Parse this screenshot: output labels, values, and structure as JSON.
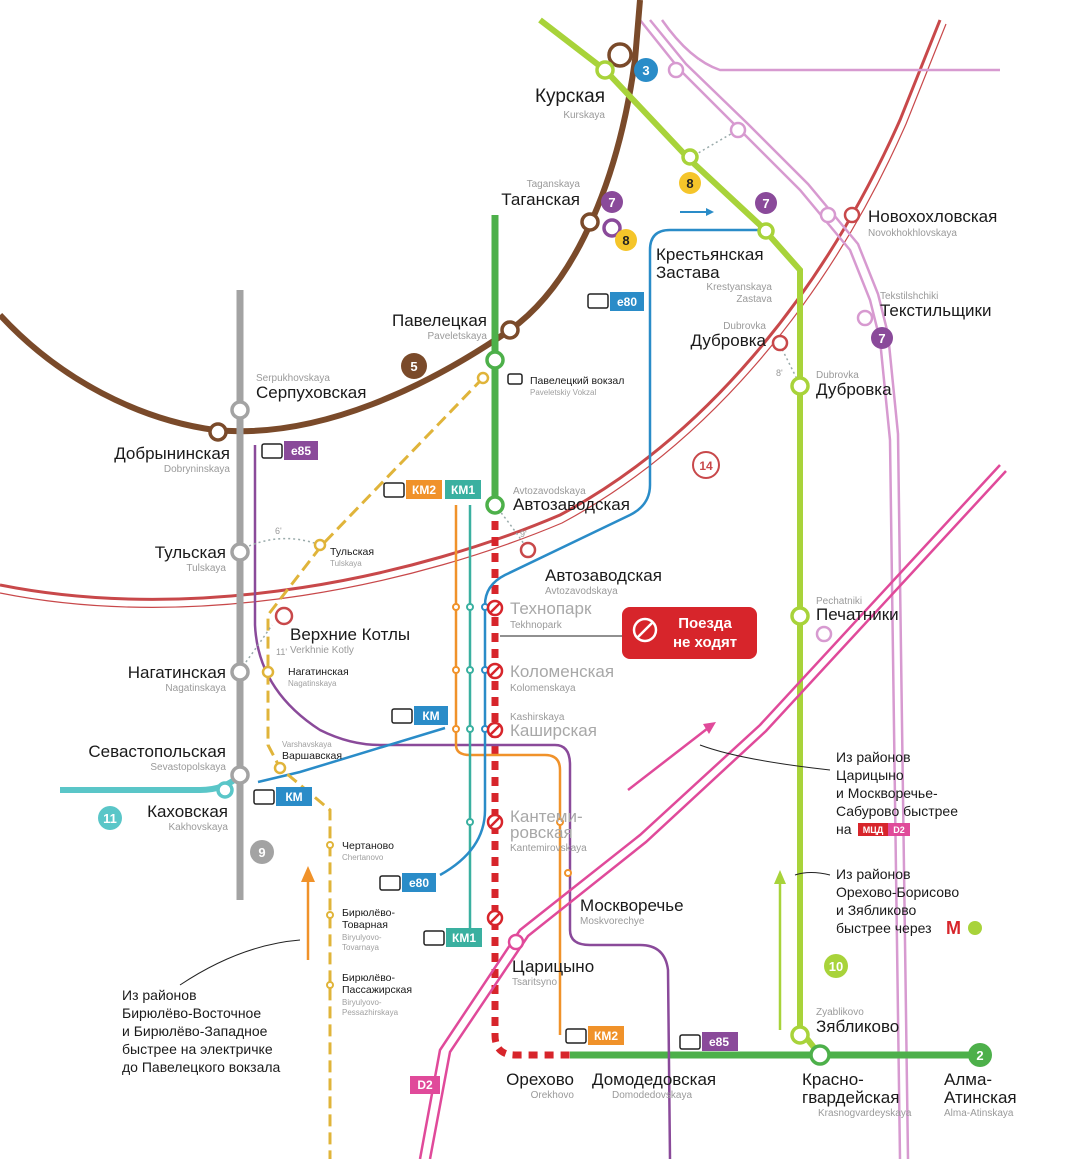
{
  "colors": {
    "brown": "#7a4a2a",
    "green": "#4db04a",
    "grey": "#a3a3a3",
    "lime": "#a8d33a",
    "purple": "#8a4a9a",
    "orange": "#f0922a",
    "teal": "#3ab0a0",
    "blue": "#2a8cc8",
    "yellow": "#e0b43a",
    "red_mcc": "#c8484a",
    "pink": "#e04a9a",
    "lightpink": "#d79ad0",
    "cyan": "#5ac6c8",
    "closed_red": "#d7252b"
  },
  "line_numbers": {
    "l3": "3",
    "l5": "5",
    "l7a": "7",
    "l7b": "7",
    "l7c": "7",
    "l8a": "8",
    "l8b": "8",
    "l9": "9",
    "l10": "10",
    "l11": "11",
    "l14": "14",
    "l2": "2"
  },
  "stations": {
    "kurskaya": {
      "ru": "Курская",
      "en": "Kurskaya"
    },
    "taganskaya": {
      "ru": "Таганская",
      "en": "Taganskaya"
    },
    "novokhokhlovskaya": {
      "ru": "Новохохловская",
      "en": "Novokhokhlovskaya"
    },
    "krestyanskaya": {
      "ru1": "Крестьянская",
      "ru2": "Застава",
      "en1": "Krestyanskaya",
      "en2": "Zastava"
    },
    "tekstilshchiki": {
      "ru": "Текстильщики",
      "en": "Tekstilshchiki"
    },
    "paveletskaya": {
      "ru": "Павелецкая",
      "en": "Paveletskaya"
    },
    "dubrovka_mcc": {
      "ru": "Дубровка",
      "en": "Dubrovka"
    },
    "dubrovka": {
      "ru": "Дубровка",
      "en": "Dubrovka"
    },
    "serpukhovskaya": {
      "ru": "Серпуховская",
      "en": "Serpukhovskaya"
    },
    "paveletsky_vokzal": {
      "ru": "Павелецкий вокзал",
      "en": "Paveletskiy Vokzal"
    },
    "dobryninskaya": {
      "ru": "Добрынинская",
      "en": "Dobryninskaya"
    },
    "avtozavodskaya": {
      "ru": "Автозаводская",
      "en": "Avtozavodskaya"
    },
    "avtozavodskaya_mcc": {
      "ru": "Автозаводская",
      "en": "Avtozavodskaya"
    },
    "tulskaya": {
      "ru": "Тульская",
      "en": "Tulskaya"
    },
    "tulskaya_d": {
      "ru": "Тульская",
      "en": "Tulskaya"
    },
    "tekhnopark": {
      "ru": "Технопарк",
      "en": "Tekhnopark"
    },
    "pechatniki": {
      "ru": "Печатники",
      "en": "Pechatniki"
    },
    "verkhnie_kotly": {
      "ru": "Верхние Котлы",
      "en": "Verkhnie Kotly"
    },
    "nagatinskaya": {
      "ru": "Нагатинская",
      "en": "Nagatinskaya"
    },
    "nagatinskaya_d": {
      "ru": "Нагатинская",
      "en": "Nagatinskaya"
    },
    "kolomenskaya": {
      "ru": "Коломенская",
      "en": "Kolomenskaya"
    },
    "kashirskaya": {
      "ru": "Каширская",
      "en": "Kashirskaya"
    },
    "varshavskaya": {
      "ru": "Варшавская",
      "en": "Varshavskaya"
    },
    "sevastopolskaya": {
      "ru": "Севастопольская",
      "en": "Sevastopolskaya"
    },
    "kakhovskaya": {
      "ru": "Каховская",
      "en": "Kakhovskaya"
    },
    "kantemirovskaya": {
      "ru1": "Кантеми-",
      "ru2": "ровская",
      "en": "Kantemirovskaya"
    },
    "chertanovo": {
      "ru": "Чертаново",
      "en": "Chertanovo"
    },
    "moskvorechye": {
      "ru": "Москворечье",
      "en": "Moskvorechye"
    },
    "biryulevo_tov": {
      "ru1": "Бирюлёво-",
      "ru2": "Товарная",
      "en1": "Biryulyovo-",
      "en2": "Tovarnaya"
    },
    "tsaritsyno": {
      "ru": "Царицыно",
      "en": "Tsaritsyno"
    },
    "biryulevo_pass": {
      "ru1": "Бирюлёво-",
      "ru2": "Пассажирская",
      "en1": "Biryulyovo-",
      "en2": "Pessazhirskaya"
    },
    "zyablikovo": {
      "ru": "Зябликово",
      "en": "Zyablikovo"
    },
    "orekhovo": {
      "ru": "Орехово",
      "en": "Orekhovo"
    },
    "domodedovskaya": {
      "ru": "Домодедовская",
      "en": "Domodedovskaya"
    },
    "krasnogvardeyskaya": {
      "ru1": "Красно-",
      "ru2": "гвардейская",
      "en": "Krasnogvardeyskaya"
    },
    "alma_atinskaya": {
      "ru1": "Алма-",
      "ru2": "Атинская",
      "en": "Alma-Atinskaya"
    }
  },
  "badges": {
    "e80_top": "e80",
    "e85_top": "e85",
    "km2_top": "КМ2",
    "km1_top": "КМ1",
    "km_mid": "КМ",
    "km_kakh": "КМ",
    "e80_bot": "e80",
    "km1_bot": "КМ1",
    "km2_bot": "КМ2",
    "e85_bot": "e85",
    "d2": "D2"
  },
  "walk_minutes": {
    "w6": "6'",
    "w9": "9'",
    "w8": "8'",
    "w11": "11'"
  },
  "closure_notice": {
    "line1": "Поезда",
    "line2": "не ходят"
  },
  "notes": {
    "tsaritsyno": {
      "l1": "Из районов",
      "l2": "Царицыно",
      "l3": "и Москворечье-",
      "l4": "Сабурово быстрее",
      "l5": "на",
      "mcd": "МЦД",
      "d2": "D2"
    },
    "orekhovo": {
      "l1": "Из районов",
      "l2": "Орехово-Борисово",
      "l3": "и Зяблико­во",
      "l4": "быстрее через"
    },
    "biryulevo": {
      "l1": "Из районов",
      "l2": "Бирюлёво-Восточное",
      "l3": "и Бирюлёво-Западное",
      "l4": "быстрее на электричке",
      "l5": "до Павелецкого вокзала"
    }
  }
}
